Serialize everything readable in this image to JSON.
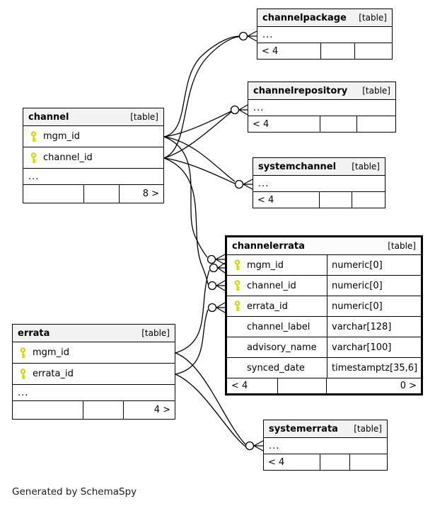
{
  "footer_note": "Generated by SchemaSpy",
  "colors": {
    "key_icon": "#d6d600",
    "header_bg": "#f2f2f2",
    "highlight_header_bg": "#fbfbfb",
    "border": "#000000",
    "edge": "#000000"
  },
  "tables": {
    "channelpackage": {
      "title": "channelpackage",
      "tag": "[table]",
      "more_columns": "...",
      "footer": {
        "left": "< 4",
        "mid": "",
        "right": ""
      }
    },
    "channelrepository": {
      "title": "channelrepository",
      "tag": "[table]",
      "more_columns": "...",
      "footer": {
        "left": "< 4",
        "mid": "",
        "right": ""
      }
    },
    "systemchannel": {
      "title": "systemchannel",
      "tag": "[table]",
      "more_columns": "...",
      "footer": {
        "left": "< 4",
        "mid": "",
        "right": ""
      }
    },
    "systemerrata": {
      "title": "systemerrata",
      "tag": "[table]",
      "more_columns": "...",
      "footer": {
        "left": "< 4",
        "mid": "",
        "right": ""
      }
    },
    "channel": {
      "title": "channel",
      "tag": "[table]",
      "columns": [
        {
          "name": "mgm_id"
        },
        {
          "name": "channel_id"
        }
      ],
      "more_columns": "...",
      "footer": {
        "left": "",
        "mid": "",
        "right": "8 >"
      }
    },
    "errata": {
      "title": "errata",
      "tag": "[table]",
      "columns": [
        {
          "name": "mgm_id"
        },
        {
          "name": "errata_id"
        }
      ],
      "more_columns": "...",
      "footer": {
        "left": "",
        "mid": "",
        "right": "4 >"
      }
    },
    "channelerrata": {
      "title": "channelerrata",
      "tag": "[table]",
      "columns": [
        {
          "name": "mgm_id",
          "type": "numeric[0]"
        },
        {
          "name": "channel_id",
          "type": "numeric[0]"
        },
        {
          "name": "errata_id",
          "type": "numeric[0]"
        },
        {
          "name": "channel_label",
          "type": "varchar[128]"
        },
        {
          "name": "advisory_name",
          "type": "varchar[100]"
        },
        {
          "name": "synced_date",
          "type": "timestamptz[35,6]"
        }
      ],
      "footer": {
        "left": "< 4",
        "mid": "",
        "right": "0 >"
      }
    }
  }
}
